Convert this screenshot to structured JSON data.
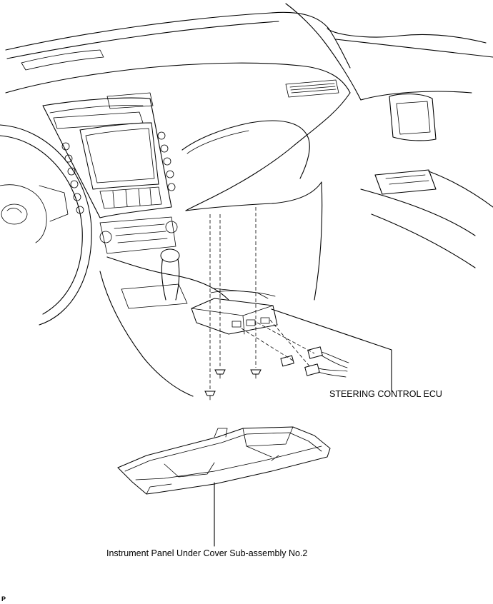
{
  "labels": {
    "ecu": "STEERING  CONTROL ECU",
    "under_cover": "Instrument Panel Under Cover Sub-assembly No.2",
    "corner_code": "P"
  }
}
